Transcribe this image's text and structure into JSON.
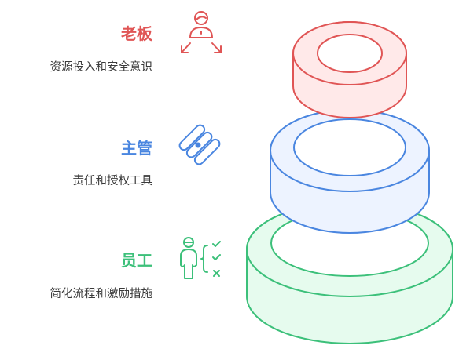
{
  "colors": {
    "red": "#e05555",
    "red_fill": "#ffe9e9",
    "blue": "#4a86e0",
    "blue_fill": "#edf3ff",
    "green": "#3cc07a",
    "green_fill": "#e6fbee"
  },
  "tiers": [
    {
      "title": "老板",
      "desc": "资源投入和安全意识",
      "icon": "person-arrows-icon",
      "color": "#e05555"
    },
    {
      "title": "主管",
      "desc": "责任和授权工具",
      "icon": "tools-icon",
      "color": "#4a86e0"
    },
    {
      "title": "员工",
      "desc": "简化流程和激励措施",
      "icon": "person-checklist-icon",
      "color": "#3cc07a"
    }
  ]
}
